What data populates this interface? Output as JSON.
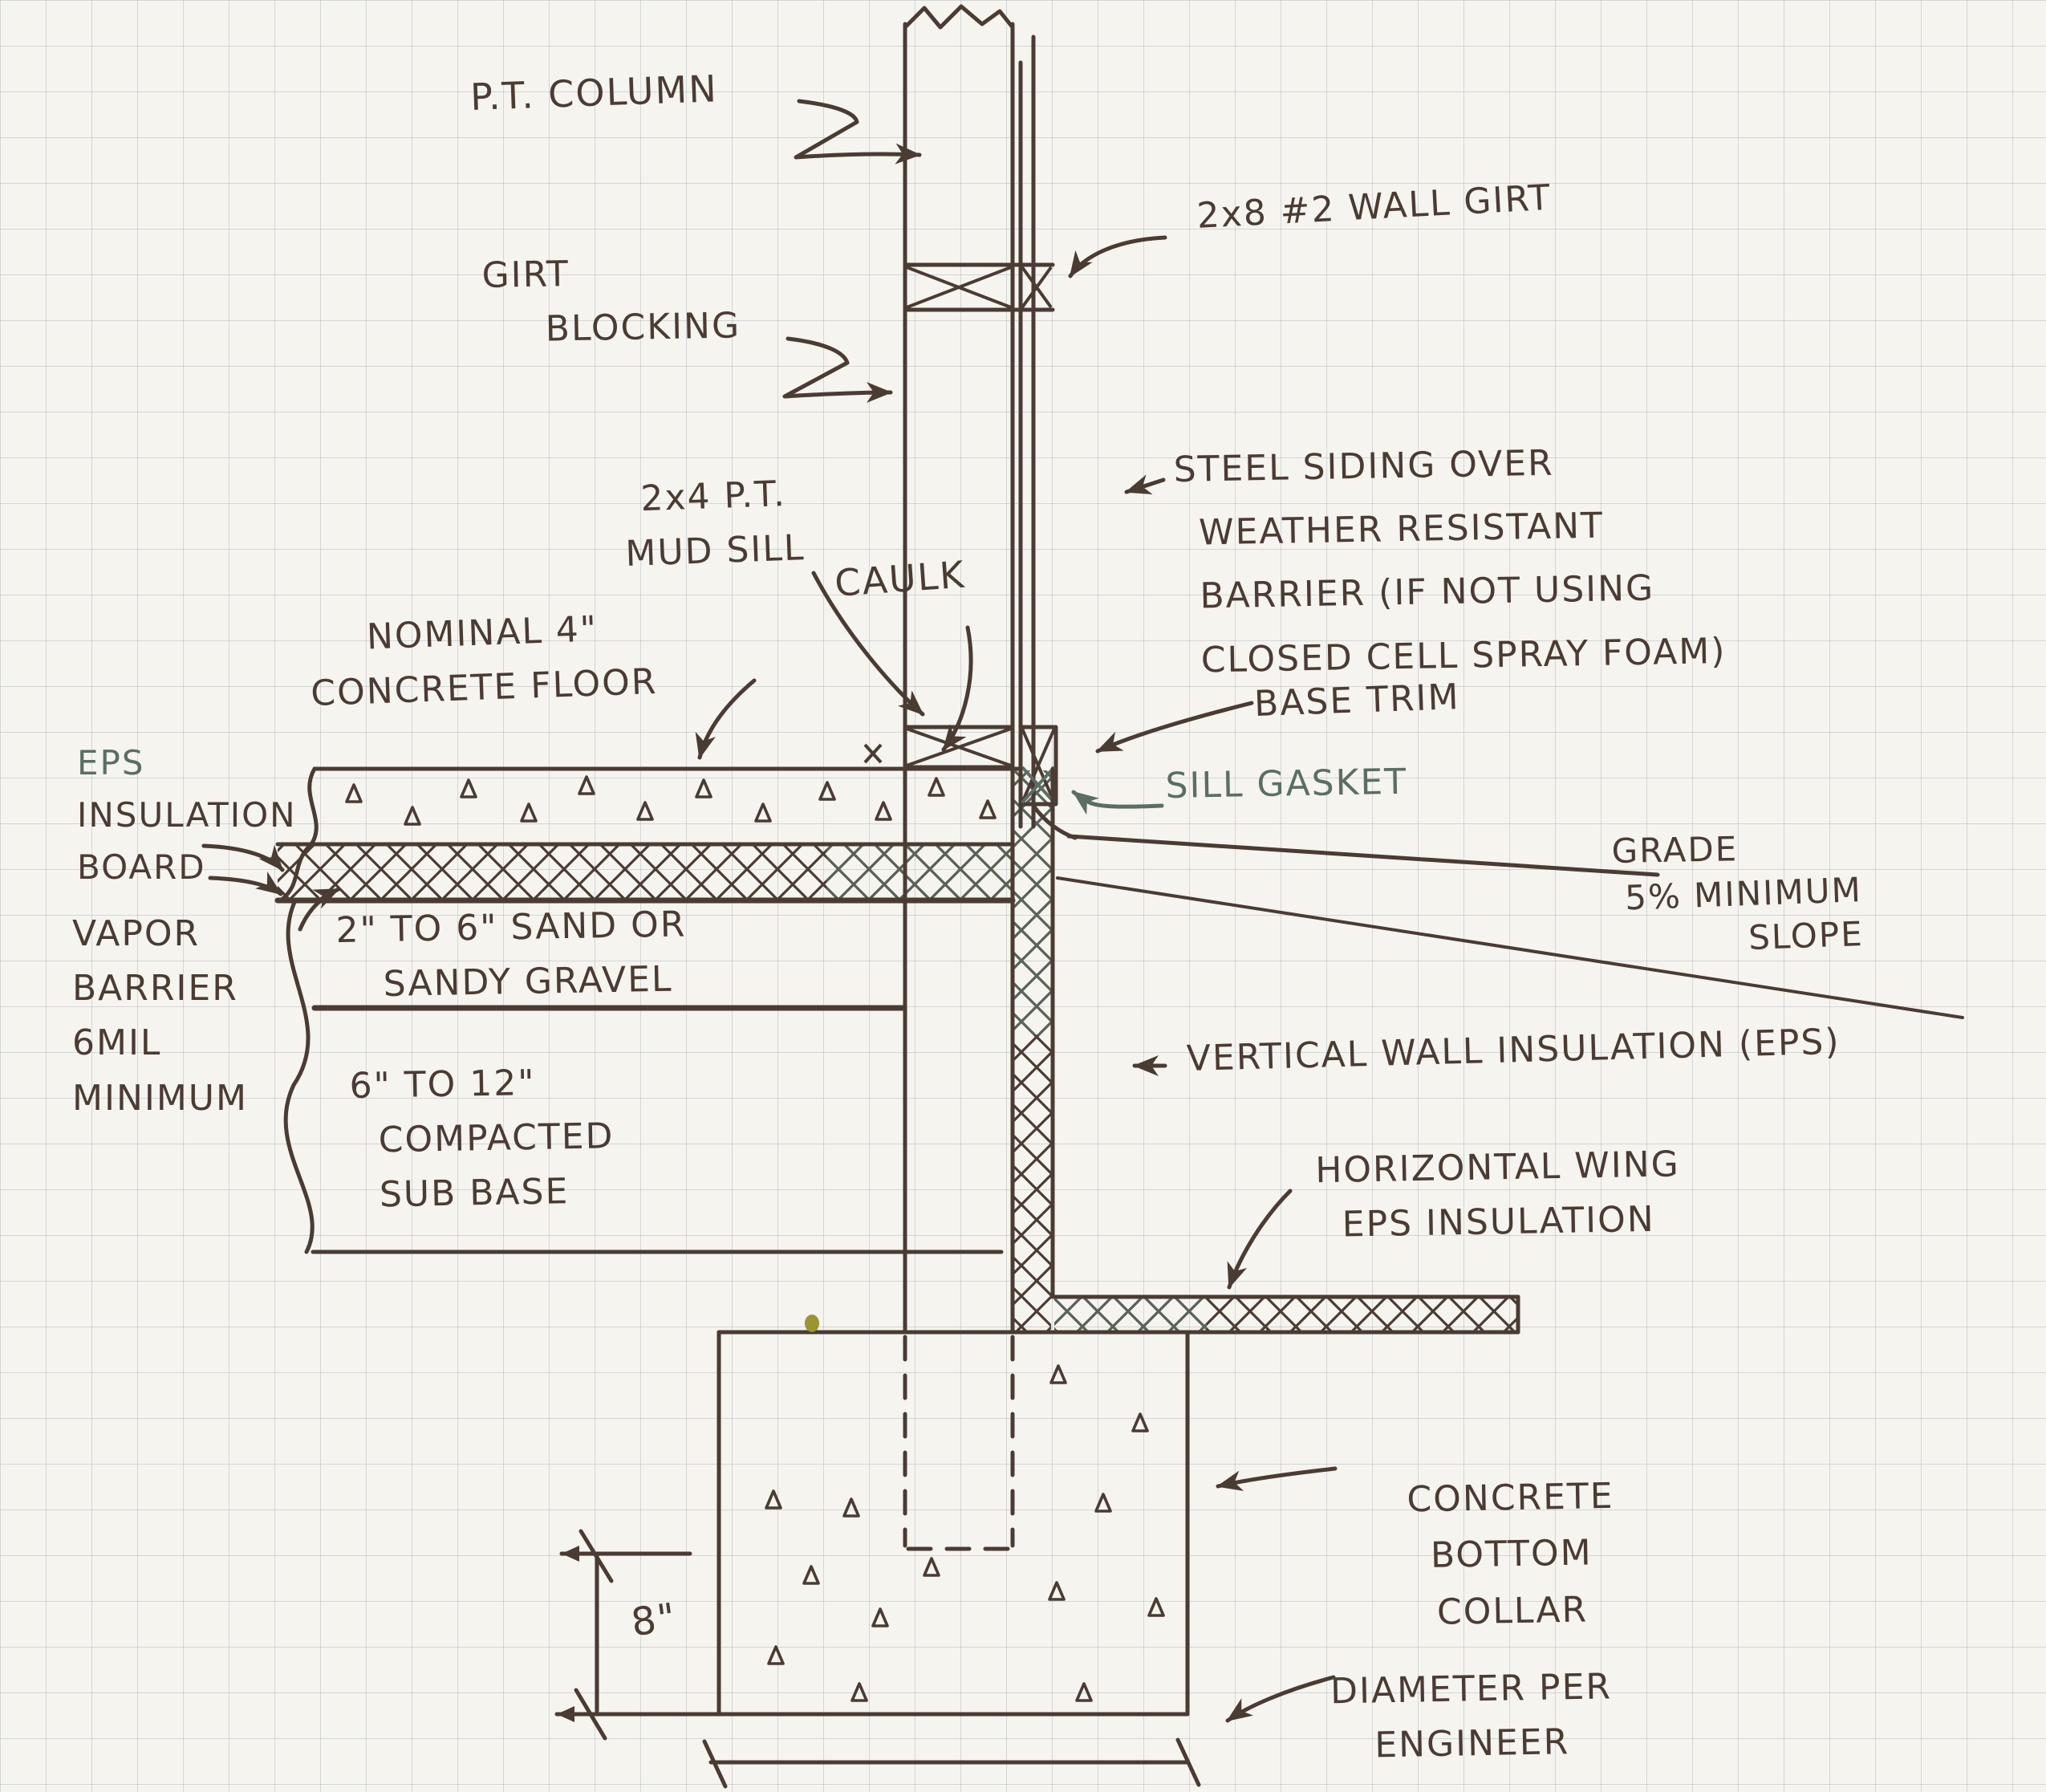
{
  "labels": {
    "pt_column": "P.T. COLUMN",
    "girt_blocking": "GIRT\nBLOCKING",
    "wall_girt": "2x8 #2 WALL GIRT",
    "steel_siding": "STEEL SIDING OVER\nWEATHER RESISTANT\nBARRIER (IF NOT USING\nCLOSED CELL SPRAY FOAM)",
    "base_trim": "BASE TRIM",
    "sill_gasket": "SILL GASKET",
    "mud_sill": "2x4 P.T.\nMUD SILL",
    "caulk": "CAULK",
    "concrete_floor": "NOMINAL 4\"\nCONCRETE FLOOR",
    "eps_word": "EPS",
    "eps_rest": "INSULATION\nBOARD",
    "vapor_barrier": "VAPOR\nBARRIER\n6MIL\nMINIMUM",
    "sand": "2\" TO 6\" SAND OR\nSANDY GRAVEL",
    "sub_base": "6\" TO 12\"\nCOMPACTED\nSUB BASE",
    "grade": "GRADE",
    "grade_slope": "5% MINIMUM\nSLOPE",
    "vertical_insulation": "VERTICAL WALL INSULATION (EPS)",
    "horizontal_wing": "HORIZONTAL WING\nEPS INSULATION",
    "bottom_collar": "CONCRETE\nBOTTOM\nCOLLAR",
    "diameter": "DIAMETER PER\nENGINEER",
    "dim_8in": "8\""
  },
  "colors": {
    "ink": "#4a3b33",
    "green_ink": "#5c6e63",
    "paper": "#f5f4ef",
    "accent_dot": "#9a9433"
  }
}
